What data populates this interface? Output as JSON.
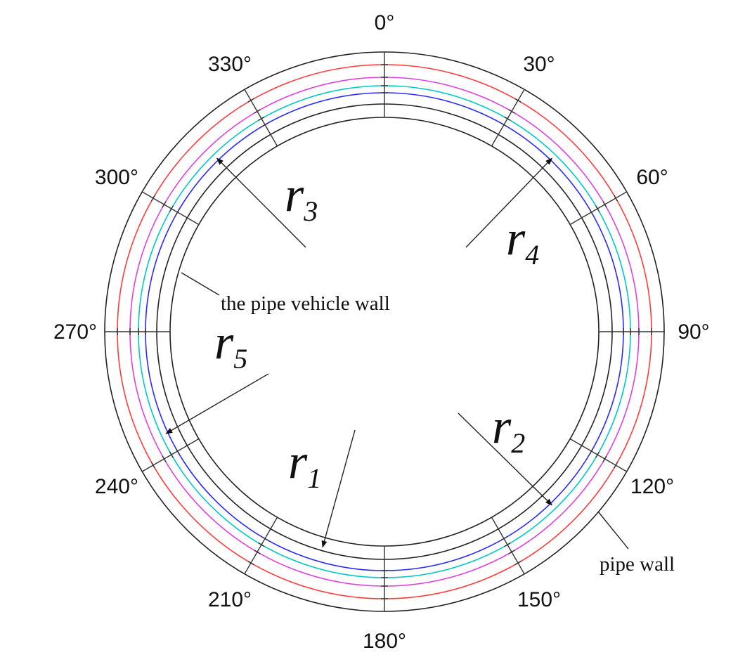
{
  "diagram": {
    "angle_labels": [
      "0°",
      "30°",
      "60°",
      "90°",
      "120°",
      "150°",
      "180°",
      "210°",
      "240°",
      "270°",
      "300°",
      "330°"
    ],
    "radii": [
      {
        "base": "r",
        "sub": "1",
        "angle_deg": 196
      },
      {
        "base": "r",
        "sub": "2",
        "angle_deg": 136
      },
      {
        "base": "r",
        "sub": "3",
        "angle_deg": 316
      },
      {
        "base": "r",
        "sub": "4",
        "angle_deg": 44
      },
      {
        "base": "r",
        "sub": "5",
        "angle_deg": 245
      }
    ],
    "annotations": {
      "inner_wall": "the pipe vehicle wall",
      "outer_wall": "pipe wall"
    },
    "ring_colors": [
      "#222222",
      "#ff3b3b",
      "#e040e0",
      "#00c8c8",
      "#2a2aff",
      "#222222"
    ]
  }
}
